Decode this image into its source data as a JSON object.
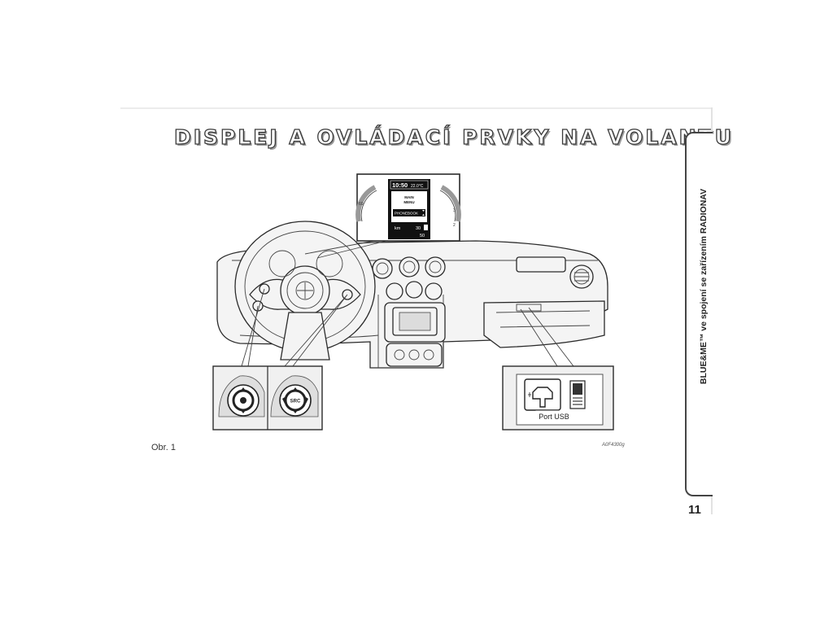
{
  "page": {
    "title": "DISPLEJ A OVLÁDACÍ PRVKY NA VOLANTU",
    "side_tab": "BLUE&ME™ ve spojení se zařízením RADIONAV",
    "page_number": "11"
  },
  "figure": {
    "caption": "Obr. 1",
    "code": "A0F4300g",
    "display": {
      "time": "10:50",
      "temperature": "22.0°C",
      "menu_line1": "MAIN",
      "menu_line2": "MENU",
      "phonebook": "PHONEBOOK",
      "km_label": "km",
      "km_value": "30",
      "bottom_value": "50"
    },
    "usb_label": "Port USB",
    "switch_label": "SRC",
    "icons": [
      "usb-port-icon",
      "media-card-icon",
      "phone-control-icon",
      "src-control-icon"
    ]
  }
}
